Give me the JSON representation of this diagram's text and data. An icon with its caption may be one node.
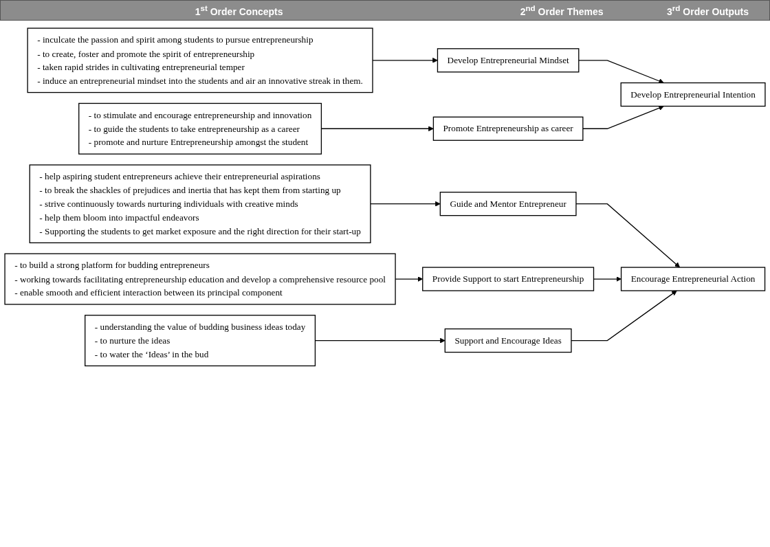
{
  "diagram": {
    "nodes": [
      {
        "text": [
          "- inculcate the passion and spirit among students to pursue entrepreneurship",
          "- to create, foster and promote the spirit of entrepreneurship",
          "- taken rapid strides in cultivating entrepreneurial temper",
          "- induce an entrepreneurial mindset into the students and air an innovative streak in them."
        ]
      },
      {
        "text": [
          "- to stimulate and encourage entrepreneurship and innovation",
          "- to guide the students to take entrepreneurship as a career",
          "- promote and nurture Entrepreneurship amongst the student"
        ]
      },
      {
        "text": [
          "- help aspiring student entrepreneurs achieve their entrepreneurial aspirations",
          "- to break the shackles of prejudices and inertia that has kept them from starting up",
          "- strive continuously towards nurturing individuals with creative minds",
          "- help them bloom into impactful endeavors",
          "- Supporting the students to get market exposure and the right direction for their start-up"
        ]
      },
      {
        "text": [
          "- to build a strong platform for budding entrepreneurs",
          "- working towards facilitating entrepreneurship education and develop a comprehensive resource pool",
          "- enable smooth and efficient interaction between its principal component"
        ]
      },
      {
        "text": [
          "- understanding the value of budding business ideas today",
          "- to nurture the ideas",
          "- to water the ‘Ideas’ in the bud"
        ]
      },
      {
        "text": [
          "Develop Entrepreneurial Mindset"
        ]
      },
      {
        "text": [
          "Promote Entrepreneurship as career"
        ]
      },
      {
        "text": [
          "Guide and Mentor Entrepreneur"
        ]
      },
      {
        "text": [
          "Provide Support to start Entrepreneurship"
        ]
      },
      {
        "text": [
          "Support and Encourage Ideas"
        ]
      },
      {
        "text": [
          "Develop Entrepreneurial Intention"
        ]
      },
      {
        "text": [
          "Encourage Entrepreneurial Action"
        ]
      }
    ],
    "edges": [
      {
        "from": 0,
        "to": 5,
        "arrow": "to"
      },
      {
        "from": 1,
        "to": 6,
        "arrow": "to"
      },
      {
        "from": 2,
        "to": 7,
        "arrow": "to"
      },
      {
        "from": 3,
        "to": 8,
        "arrow": "to"
      },
      {
        "from": 4,
        "to": 9,
        "arrow": "to"
      },
      {
        "from": 5,
        "to": 10,
        "arrow": "to"
      },
      {
        "from": 6,
        "to": 10,
        "arrow": "to"
      },
      {
        "from": 7,
        "to": 11,
        "arrow": "to"
      },
      {
        "from": 8,
        "to": 11,
        "arrow": "to"
      },
      {
        "from": 9,
        "to": 11,
        "arrow": "to"
      }
    ],
    "labels": [
      "1$^{st}$ Order Concepts",
      "2$^{nd}$ Order Themes",
      "3$^{rd}$ Order Outputs"
    ]
  }
}
